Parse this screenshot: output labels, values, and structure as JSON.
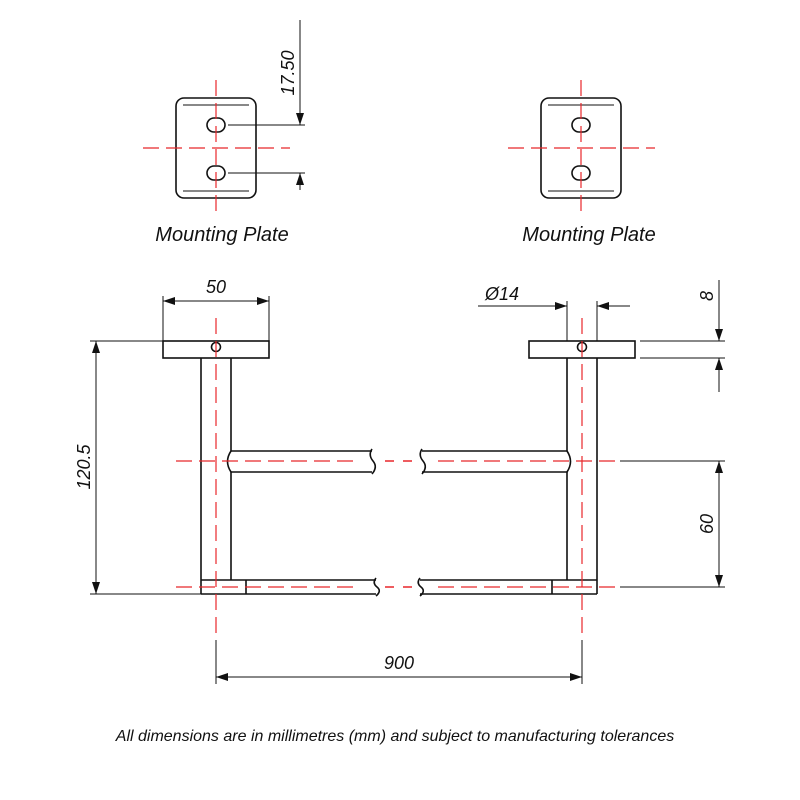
{
  "captions": {
    "plate_left": "Mounting Plate",
    "plate_right": "Mounting Plate"
  },
  "dimensions": {
    "hole_spacing": "17.50",
    "plate_width": "50",
    "tube_diameter": "Ø14",
    "plate_thickness": "8",
    "overall_height": "120.5",
    "rail_spacing": "60",
    "overall_length": "900"
  },
  "footnote": "All dimensions are in millimetres (mm) and subject to manufacturing tolerances",
  "colors": {
    "outline": "#111111",
    "centerline": "#e8272b"
  }
}
